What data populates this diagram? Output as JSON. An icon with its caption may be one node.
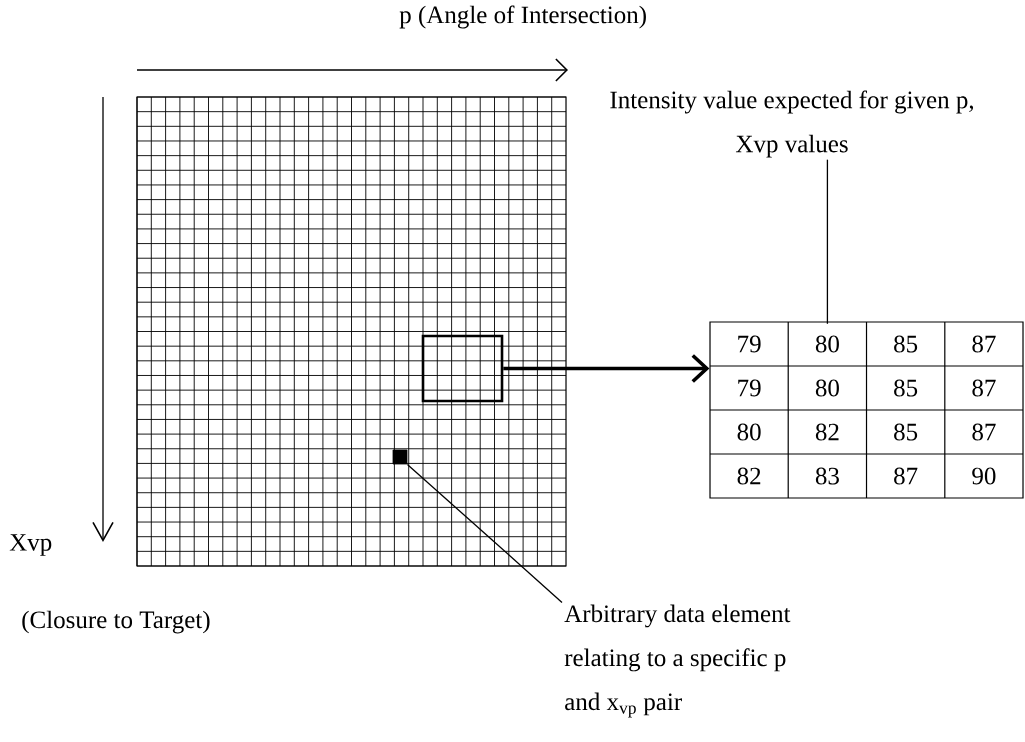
{
  "diagram": {
    "nodes": [
      {
        "text": [],
        "shape": "box"
      },
      {
        "text": [],
        "shape": "box",
        "in": 0
      },
      {
        "text": [],
        "shape": "box",
        "in": 0
      },
      {
        "text": [],
        "shape": "box"
      },
      {
        "text": [
          "79"
        ],
        "in": 3
      },
      {
        "text": [
          "80"
        ],
        "in": 3
      },
      {
        "text": [
          "85"
        ],
        "in": 3
      },
      {
        "text": [
          "87"
        ],
        "in": 3
      },
      {
        "text": [
          "79"
        ],
        "in": 3
      },
      {
        "text": [
          "80"
        ],
        "in": 3
      },
      {
        "text": [
          "85"
        ],
        "in": 3
      },
      {
        "text": [
          "87"
        ],
        "in": 3
      },
      {
        "text": [
          "80"
        ],
        "in": 3
      },
      {
        "text": [
          "82"
        ],
        "in": 3
      },
      {
        "text": [
          "85"
        ],
        "in": 3
      },
      {
        "text": [
          "87"
        ],
        "in": 3
      },
      {
        "text": [
          "82"
        ],
        "in": 3
      },
      {
        "text": [
          "83"
        ],
        "in": 3
      },
      {
        "text": [
          "87"
        ],
        "in": 3
      },
      {
        "text": [
          "90"
        ],
        "in": 3
      },
      {
        "text": [
          "Intensity value expected for given p, Xvp values"
        ]
      },
      {
        "text": [
          "Arbitrary data element relating to a specific p and x$_{vp}$ pair"
        ]
      }
    ],
    "edges": [
      {
        "from": 1,
        "to": 3,
        "arrow": "to",
        "style": "thick"
      },
      {
        "from": 20,
        "to": 5,
        "arrow": "none"
      },
      {
        "from": 21,
        "to": 2,
        "arrow": "none"
      }
    ],
    "labels": [
      "p (Angle of Intersection)",
      "Xvp",
      "(Closure to Target)"
    ]
  }
}
